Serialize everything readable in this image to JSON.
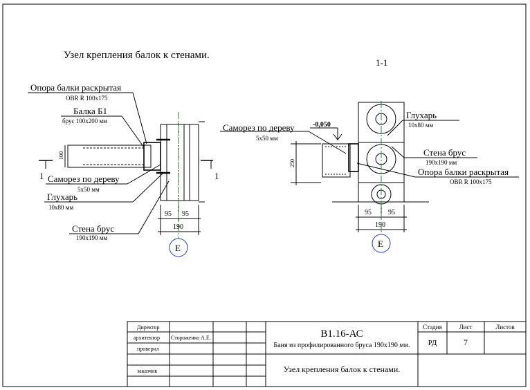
{
  "drawing": {
    "title": "Узел крепления балок к стенами.",
    "section_mark": "1-1",
    "left_view": {
      "cut_mark": "1",
      "callouts": [
        {
          "title": "Опора балки раскрытая",
          "sub": "OBR R 100x175"
        },
        {
          "title": "Балка Б1",
          "sub": "брус 100x200 мм"
        },
        {
          "title": "Саморез по дереву",
          "sub": "5x50 мм"
        },
        {
          "title": "Глухарь",
          "sub": "10x80 мм"
        },
        {
          "title": "Стена брус",
          "sub": "190x190 мм"
        }
      ],
      "beam_height_dim": "100",
      "dims": {
        "left": "95",
        "right": "95",
        "total": "190"
      },
      "axis_label": "Е"
    },
    "right_view": {
      "level_mark": "-0,050",
      "callouts": [
        {
          "title": "Саморез по дереву",
          "sub": "5x50 мм"
        },
        {
          "title": "Глухарь",
          "sub": "10x80 мм"
        },
        {
          "title": "Стена брус",
          "sub": "190x190 мм"
        },
        {
          "title": "Опора балки раскрытая",
          "sub": "OBR R 100x175"
        }
      ],
      "beam_height_dim": "250",
      "dims": {
        "left": "95",
        "right": "95",
        "total": "190"
      },
      "axis_label": "Е"
    }
  },
  "title_block": {
    "rows": [
      {
        "role": "Директор",
        "name": ""
      },
      {
        "role": "архитектор",
        "name": "Стороженко А.Е."
      },
      {
        "role": "проверил",
        "name": ""
      },
      {
        "role": "",
        "name": ""
      },
      {
        "role": "заказчик",
        "name": ""
      }
    ],
    "code": "В1.16-АС",
    "project": "Баня из профилированного бруса 190x190 мм.",
    "sheet_title": "Узел крепления балок к стенами.",
    "headers": {
      "stage": "Стадия",
      "sheet": "Лист",
      "sheets": "Листов"
    },
    "values": {
      "stage": "РД",
      "sheet": "7",
      "sheets": ""
    }
  },
  "colors": {
    "line": "#000000",
    "axis_green": "#1a8a3a",
    "axis_circle": "#1f3fb0"
  }
}
